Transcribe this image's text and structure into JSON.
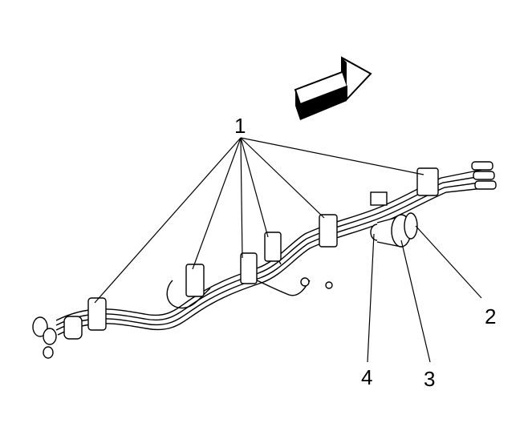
{
  "callouts": {
    "c1": "1",
    "c2": "2",
    "c3": "3",
    "c4": "4"
  },
  "indicators": {
    "direction_arrow": "front-direction-arrow"
  },
  "colors": {
    "line": "#000000",
    "background": "#ffffff"
  }
}
